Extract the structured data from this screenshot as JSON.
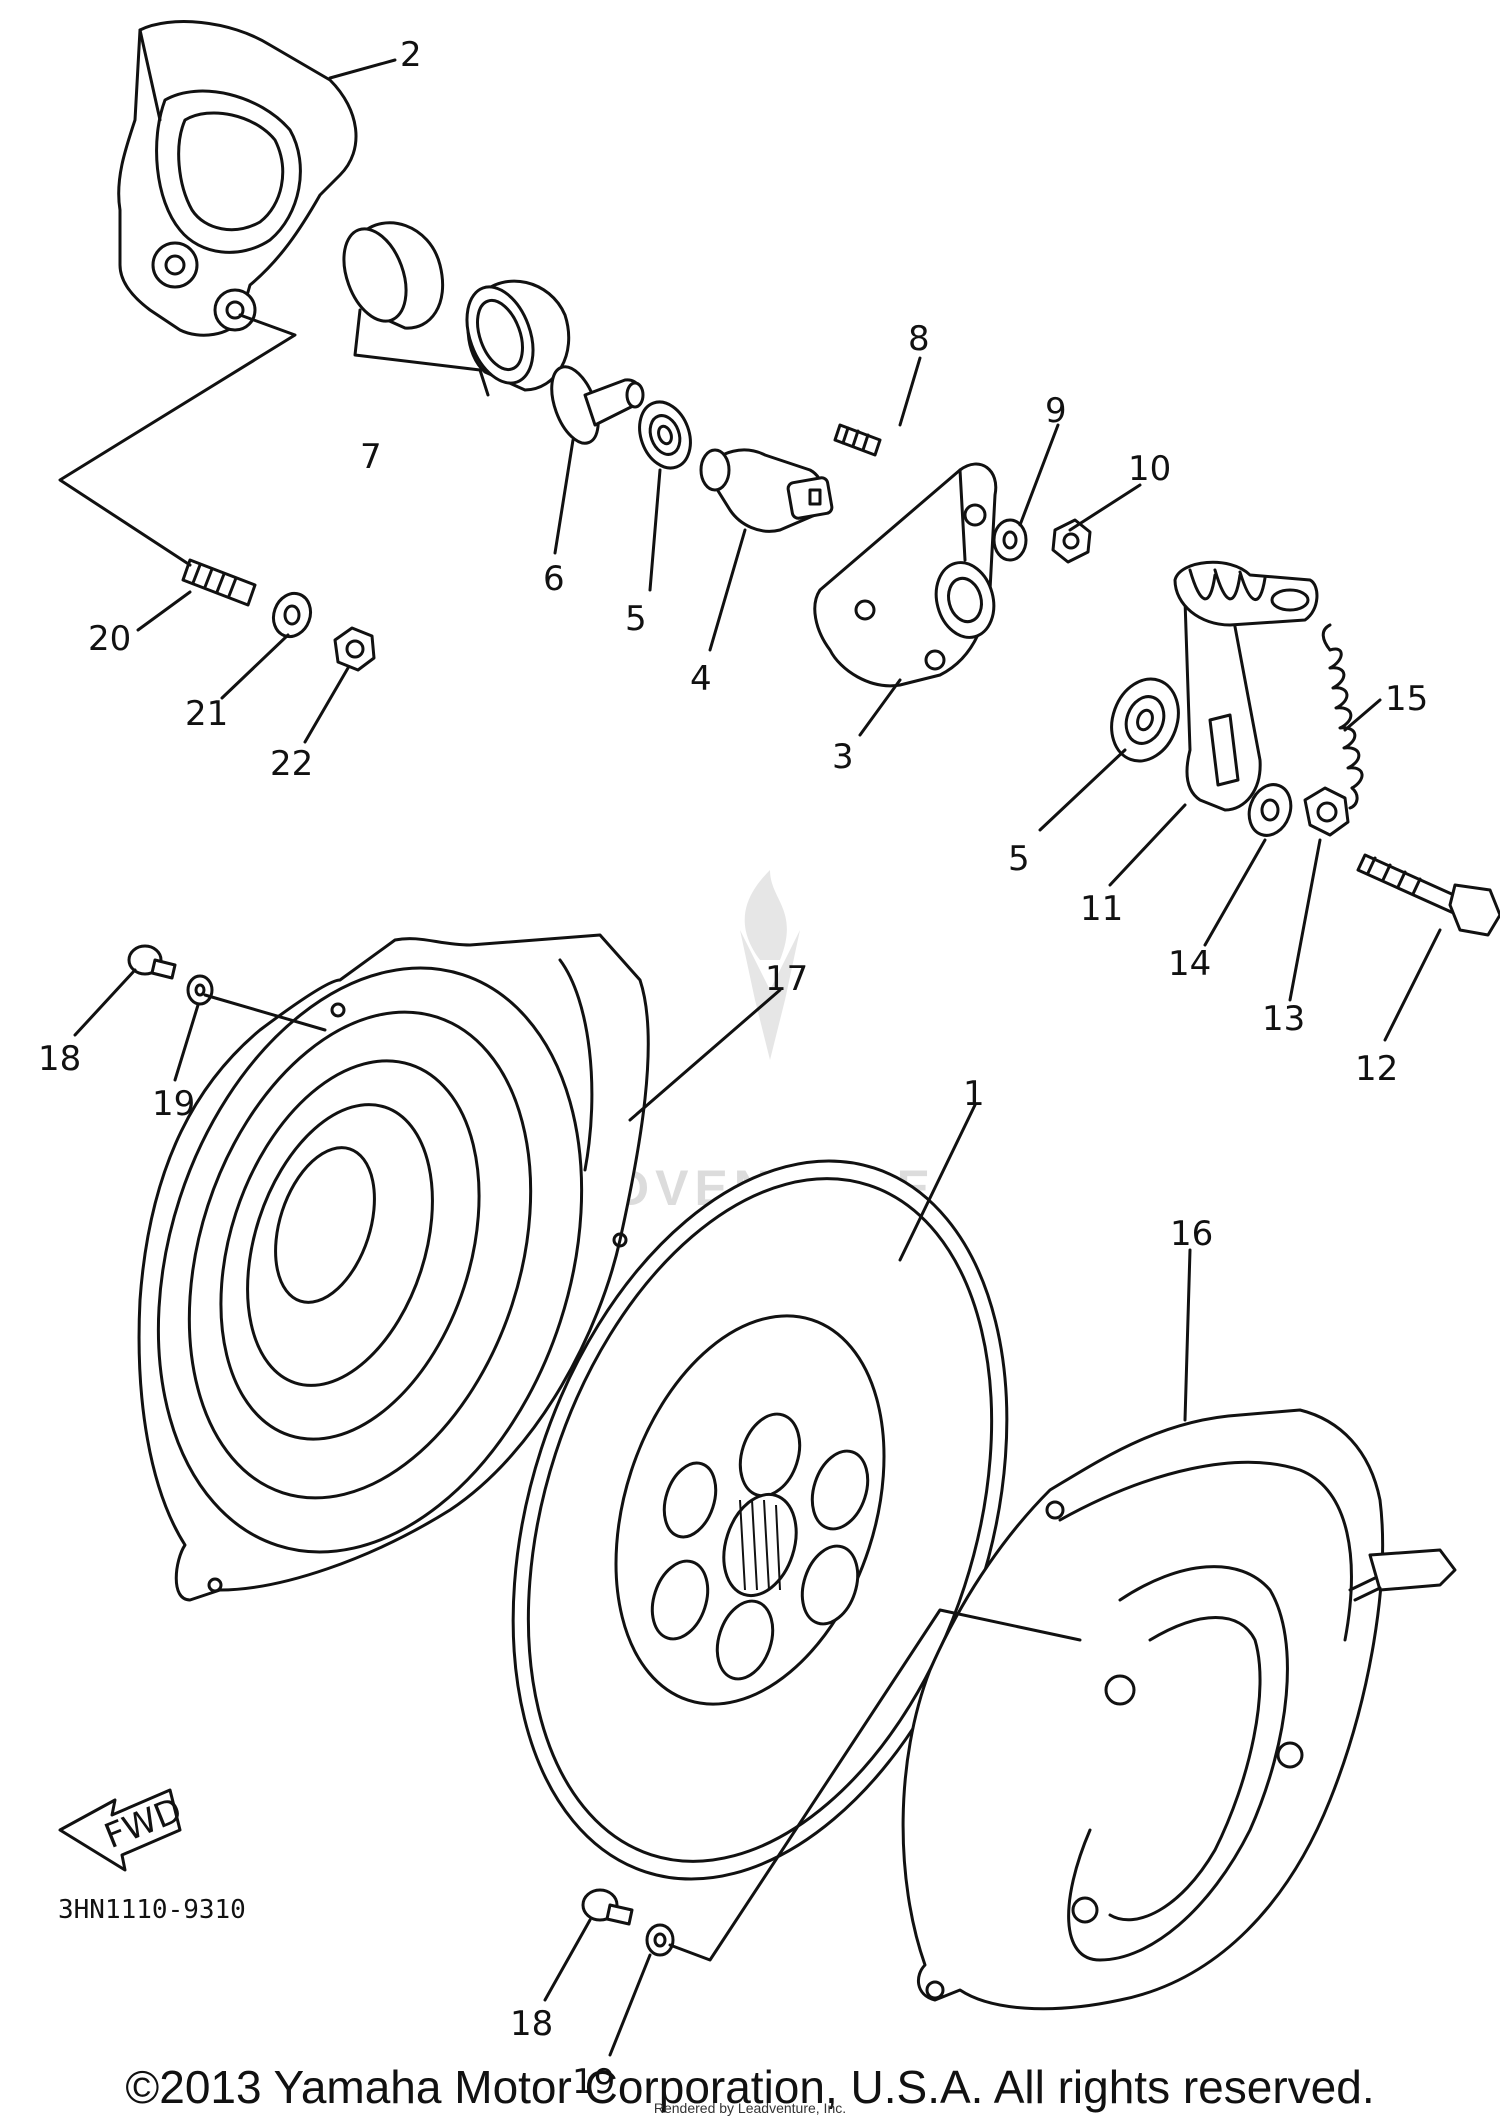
{
  "callouts": {
    "c1": "1",
    "c2": "2",
    "c3": "3",
    "c4": "4",
    "c5a": "5",
    "c5b": "5",
    "c6": "6",
    "c7": "7",
    "c8": "8",
    "c9": "9",
    "c10": "10",
    "c11": "11",
    "c12": "12",
    "c13": "13",
    "c14": "14",
    "c15": "15",
    "c16": "16",
    "c17": "17",
    "c18a": "18",
    "c18b": "18",
    "c19a": "19",
    "c19b": "19",
    "c20": "20",
    "c21": "21",
    "c22": "22"
  },
  "fwd_label": "FWD",
  "diagram_code": "3HN1110-9310",
  "watermark": "LEADVENTURE",
  "copyright": "©2013 Yamaha Motor Corporation, U.S.A. All rights reserved.",
  "rendered_by": "Rendered by Leadventure, Inc.",
  "colors": {
    "ink": "#111111",
    "watermark": "#dcdcdc",
    "background": "#ffffff"
  }
}
